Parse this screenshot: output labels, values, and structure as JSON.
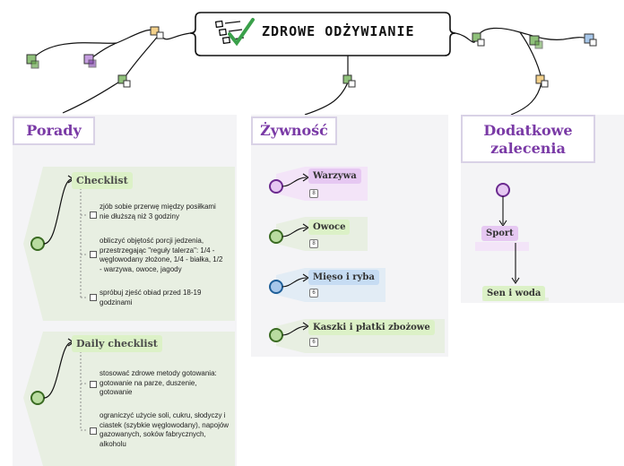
{
  "title": "ZDROWE ODŻYWIANIE",
  "icon_name": "checklist-icon",
  "columns": [
    {
      "title": "Porady",
      "sections": [
        {
          "label": "Checklist",
          "items": [
            "zjób sobie przerwę między posiłkami nie dłuższą niż 3 godziny",
            "obliczyć objętość porcji jedzenia, przestrzegając \"reguły talerza\": 1/4 - węglowodany złożone, 1/4 - białka, 1/2 - warzywa, owoce, jagody",
            "spróbuj zjeść obiad przed 18-19 godzinami"
          ]
        },
        {
          "label": "Daily checklist",
          "items": [
            "stosować zdrowe metody gotowania: gotowanie na parze, duszenie, gotowanie",
            "ograniczyć użycie soli, cukru, słodyczy i ciastek (szybkie węglowodany), napojów gazowanych, soków fabrycznych, alkoholu"
          ]
        }
      ]
    },
    {
      "title": "Żywność",
      "nodes": [
        {
          "label": "Warzywa",
          "count": "8"
        },
        {
          "label": "Owoce",
          "count": "8"
        },
        {
          "label": "Mięso i ryba",
          "count": "6"
        },
        {
          "label": "Kaszki i płatki zbożowe",
          "count": "6"
        }
      ]
    },
    {
      "title_line1": "Dodatkowe",
      "title_line2": "zalecenia",
      "nodes": [
        {
          "label": "Sport"
        },
        {
          "label": "Sen i woda"
        }
      ]
    }
  ],
  "colors": {
    "purple": "#7a3aa6",
    "green_node": "#6aa84f",
    "blue_node": "#3d85c6",
    "warzywa_bg": "#e6c8f2",
    "owoce_bg": "#dcf1c7",
    "mieso_bg": "#c6dcf3",
    "kaszki_bg": "#dcf1c7",
    "sport_bg": "#e6c8f2",
    "sen_bg": "#dcf1c7"
  }
}
